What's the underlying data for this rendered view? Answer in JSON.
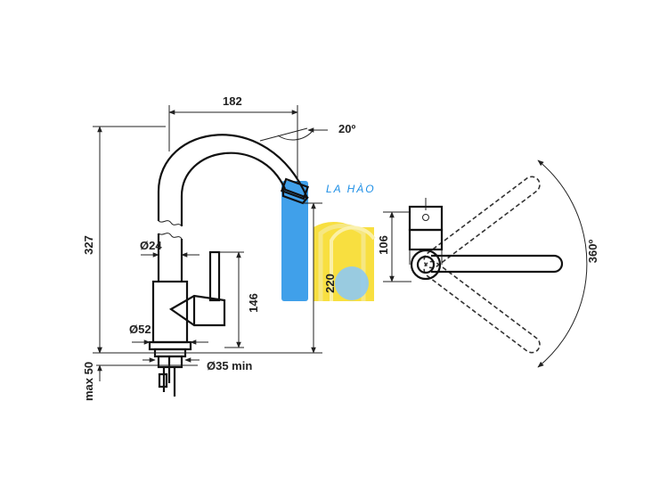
{
  "dimensions": {
    "reach": "182",
    "angle": "20º",
    "total_height": "327",
    "spout_diameter": "Ø24",
    "height_to_spout": "220",
    "handle_height": "146",
    "base_diameter": "Ø52",
    "hole_diameter": "Ø35 min",
    "deck_thickness": "max 50",
    "handle_width": "106",
    "rotation": "360º"
  },
  "watermark": {
    "text": "LA HÀO",
    "colors": {
      "blue": "#1e8fe6",
      "light_blue": "#8ec9f2",
      "yellow": "#f5d400"
    }
  }
}
